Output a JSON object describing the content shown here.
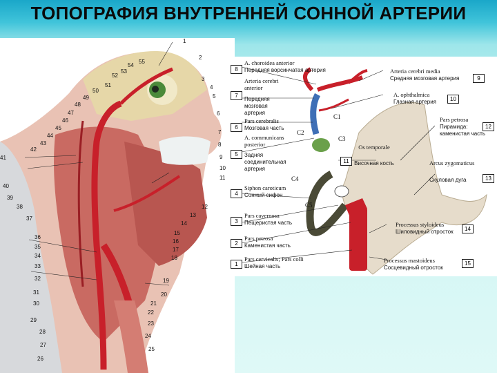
{
  "slide": {
    "title": "ТОПОГРАФИЯ ВНУТРЕННЕЙ СОННОЙ АРТЕРИИ"
  },
  "left_figure": {
    "numbers": [
      "1",
      "2",
      "3",
      "4",
      "5",
      "6",
      "7",
      "8",
      "9",
      "10",
      "11",
      "12",
      "13",
      "14",
      "15",
      "16",
      "17",
      "18",
      "19",
      "20",
      "21",
      "22",
      "23",
      "24",
      "25",
      "26",
      "27",
      "28",
      "29",
      "30",
      "31",
      "32",
      "33",
      "34",
      "35",
      "36",
      "37",
      "38",
      "39",
      "40",
      "41",
      "42",
      "43",
      "44",
      "45",
      "46",
      "47",
      "48",
      "49",
      "50",
      "51",
      "52",
      "53",
      "54",
      "55"
    ]
  },
  "right_figure": {
    "labels": [
      {
        "num": "8",
        "latin": "A. choroidea anterior",
        "ru": "Передняя ворсинчатая артерия"
      },
      {
        "num": "7",
        "latin": "Arteria cerebri anterior",
        "ru": "Передняя мозговая артерия"
      },
      {
        "num": "6",
        "latin": "Pars cerebralis",
        "ru": "Мозговая часть"
      },
      {
        "num": "5",
        "latin": "A. communicans posterior",
        "ru": "Задняя соединительная артерия"
      },
      {
        "num": "4",
        "latin": "Siphon caroticum",
        "ru": "Сонный сифон"
      },
      {
        "num": "3",
        "latin": "Pars cavernosa",
        "ru": "Пещеристая часть"
      },
      {
        "num": "2",
        "latin": "Pars petrosa",
        "ru": "Каменистая часть"
      },
      {
        "num": "1",
        "latin": "Pars cervicalis; Pars colli",
        "ru": "Шейная часть"
      },
      {
        "num": "9",
        "latin": "Arteria cerebri media",
        "ru": "Средняя мозговая артерия"
      },
      {
        "num": "10",
        "latin": "A. ophthalmica",
        "ru": "Глазная артерия"
      },
      {
        "num": "12",
        "latin": "Pars petrosa",
        "ru": "Пирамида: каменистая часть"
      },
      {
        "num": "11",
        "latin": "Os temporale",
        "ru": "Височная кость"
      },
      {
        "num": "13",
        "latin": "Arcus zygomaticus",
        "ru": "Скуловая дуга"
      },
      {
        "num": "14",
        "latin": "Processus styloideus",
        "ru": "Шиловидный отросток"
      },
      {
        "num": "15",
        "latin": "Processus mastoideus",
        "ru": "Сосцевидный отросток"
      }
    ],
    "segments": [
      "C1",
      "C2",
      "C3",
      "C4",
      "C5"
    ]
  },
  "colors": {
    "artery": "#c8202a",
    "bone": "#e6dccb",
    "tissue": "#c96a62",
    "title_band": "#1aa7c9"
  }
}
